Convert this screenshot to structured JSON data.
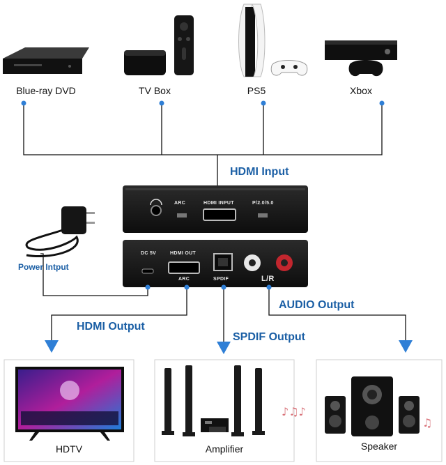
{
  "sources": [
    {
      "label": "Blue-ray DVD",
      "icon": "bluray-player-icon"
    },
    {
      "label": "TV Box",
      "icon": "tv-box-icon"
    },
    {
      "label": "PS5",
      "icon": "ps5-console-icon"
    },
    {
      "label": "Xbox",
      "icon": "xbox-console-icon"
    }
  ],
  "labels": {
    "hdmi_input": "HDMI Input",
    "power_input": "Power Intput",
    "hdmi_output": "HDMI Output",
    "spdif_output": "SPDIF Output",
    "audio_output": "AUDIO Output"
  },
  "front_panel": {
    "arc": "ARC",
    "hdmi_input": "HDMI INPUT",
    "p_mode": "P/2.0/5.0"
  },
  "back_panel": {
    "dc5v": "DC 5V",
    "hdmi_out": "HDMI OUT",
    "arc": "ARC",
    "spdif": "SPDIF",
    "lr": "L/R"
  },
  "outputs": [
    {
      "label": "HDTV",
      "icon": "hdtv-icon"
    },
    {
      "label": "Amplifier",
      "icon": "amplifier-speakers-icon"
    },
    {
      "label": "Speaker",
      "icon": "speaker-system-icon"
    }
  ],
  "colors": {
    "accent_blue": "#1b5fa5",
    "arrow_blue": "#2f7fd6",
    "device_black": "#1a1a1a"
  }
}
